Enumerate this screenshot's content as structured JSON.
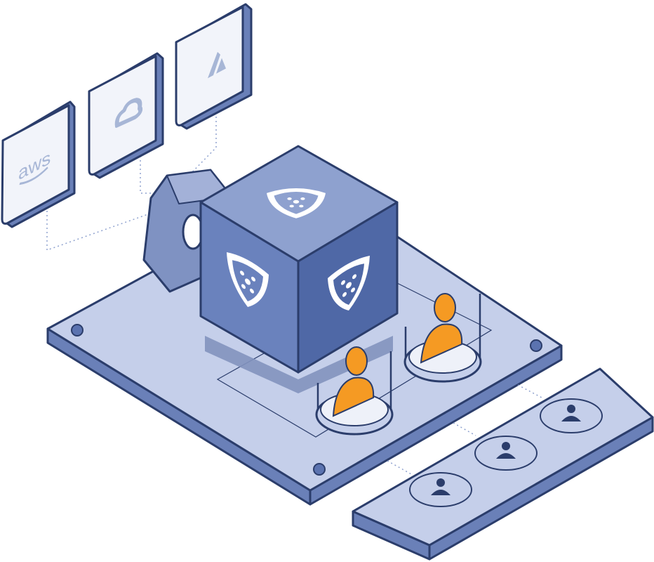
{
  "cloud_providers": [
    {
      "id": "aws",
      "label": "aws",
      "icon": "aws-logo-icon"
    },
    {
      "id": "gcp",
      "label": "",
      "icon": "google-cloud-logo-icon"
    },
    {
      "id": "azure",
      "label": "",
      "icon": "azure-logo-icon"
    }
  ],
  "central_cube": {
    "icon": "shield-logo-icon",
    "faces": 3
  },
  "active_users": {
    "count": 2,
    "icon": "user-icon",
    "color": "#f59a23"
  },
  "waiting_users": {
    "count": 3,
    "icon": "user-icon"
  },
  "colors": {
    "outline": "#2b3d6b",
    "platform_top": "#c5cfea",
    "platform_side": "#6a80b8",
    "cube_left": "#6a82bd",
    "cube_right": "#4f68a6",
    "cube_top": "#8ea1cf",
    "panel_fill": "#f2f4fa",
    "accent_orange": "#f59a23"
  }
}
